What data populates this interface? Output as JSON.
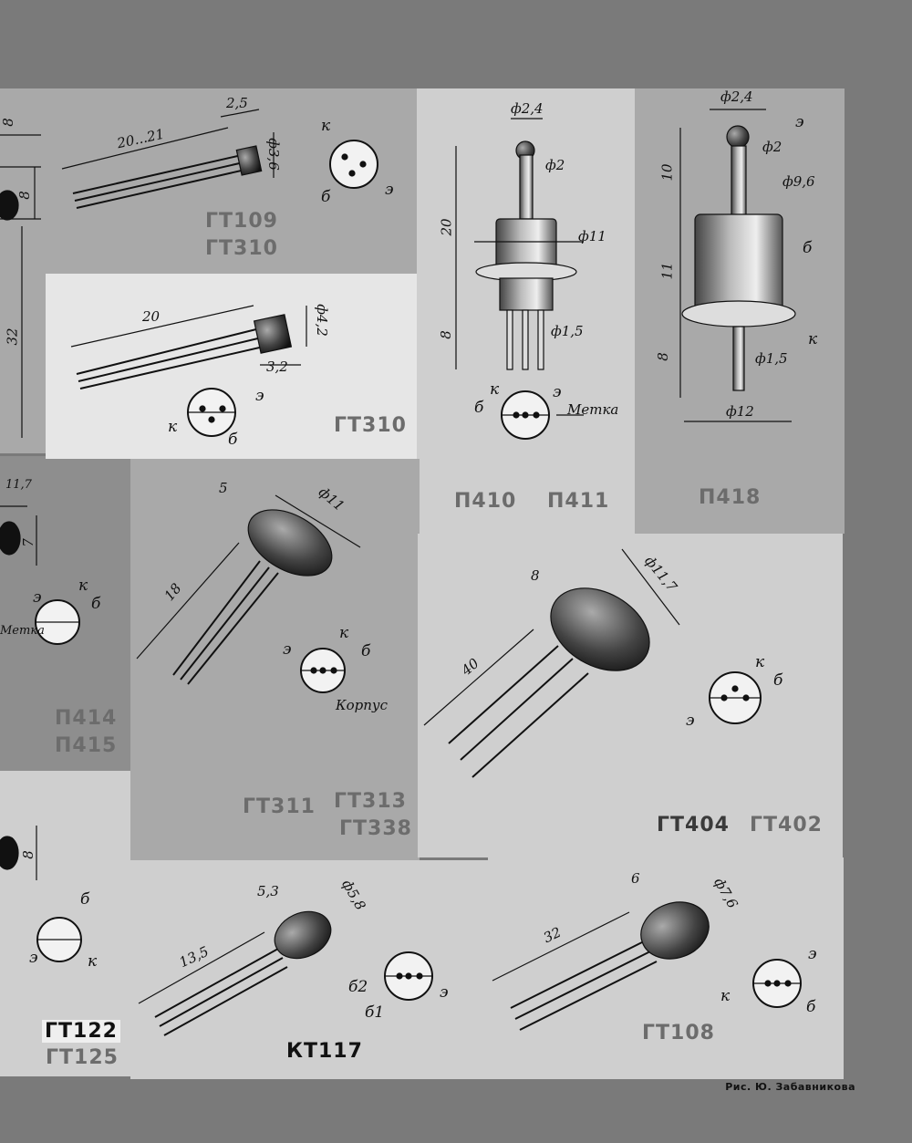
{
  "panels": {
    "gt109": {
      "labels": [
        "ГТ109",
        "ГТ310"
      ],
      "dims": [
        "2,5",
        "20...21",
        "ф3,6"
      ],
      "pins": [
        "к",
        "б",
        "э"
      ]
    },
    "gt310": {
      "label": "ГТ310",
      "dims": [
        "20",
        "ф4,2",
        "3,2"
      ],
      "pins": [
        "э",
        "к",
        "б"
      ]
    },
    "p410": {
      "labels": [
        "П410",
        "П411"
      ],
      "dims": [
        "ф2,4",
        "ф2",
        "20",
        "ф11",
        "8",
        "ф1,5"
      ],
      "pins": [
        "к",
        "б",
        "э"
      ],
      "marker": "Метка"
    },
    "p418": {
      "label": "П418",
      "dims": [
        "ф2,4",
        "ф2",
        "10",
        "ф9,6",
        "11",
        "8",
        "ф1,5",
        "ф12"
      ],
      "pins": [
        "э",
        "б",
        "к"
      ]
    },
    "p414": {
      "labels": [
        "П414",
        "П415"
      ],
      "dims": [
        "11,7",
        "7"
      ],
      "pins": [
        "к",
        "э",
        "б"
      ],
      "marker": "Метка"
    },
    "gt311": {
      "labels": [
        "ГТ311",
        "ГТ313",
        "ГТ338"
      ],
      "dims": [
        "5",
        "ф11",
        "18"
      ],
      "pins": [
        "к",
        "э",
        "б"
      ],
      "marker": "Корпус"
    },
    "gt404": {
      "labels": [
        "ГТ404",
        "ГТ402"
      ],
      "dims": [
        "8",
        "ф11,7",
        "40"
      ],
      "pins": [
        "к",
        "б",
        "э"
      ]
    },
    "gt122": {
      "labels": [
        "ГТ122",
        "ГТ125"
      ],
      "dims": [
        "8"
      ],
      "pins": [
        "б",
        "э",
        "к"
      ]
    },
    "kt117": {
      "label": "КТ117",
      "dims": [
        "5,3",
        "ф5,8",
        "13,5"
      ],
      "pins": [
        "б2",
        "б1",
        "э"
      ]
    },
    "gt108": {
      "label": "ГТ108",
      "dims": [
        "6",
        "ф7,6",
        "32"
      ],
      "pins": [
        "э",
        "к",
        "б"
      ]
    },
    "left_strip": {
      "dims": [
        "8",
        "32",
        "8"
      ]
    }
  },
  "credit": "Рис. Ю. Забавникова"
}
